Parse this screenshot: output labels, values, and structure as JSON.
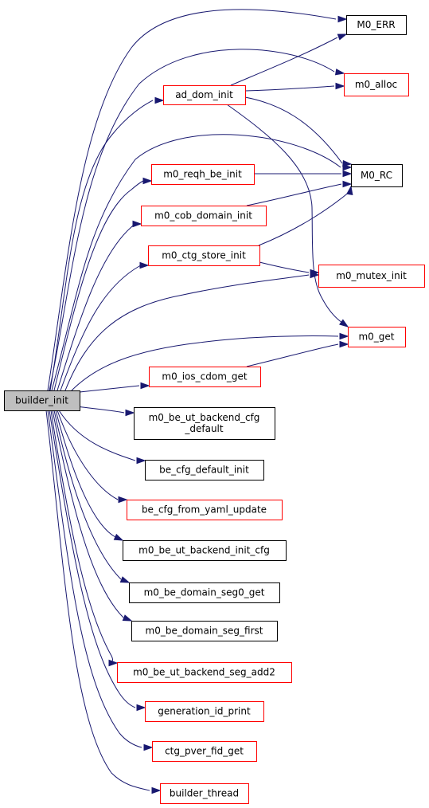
{
  "graph": {
    "root": "builder_init",
    "nodes": [
      {
        "id": "builder_init",
        "label": "builder_init",
        "style": "root"
      },
      {
        "id": "M0_ERR",
        "label": "M0_ERR",
        "style": "black"
      },
      {
        "id": "ad_dom_init",
        "label": "ad_dom_init",
        "style": "red"
      },
      {
        "id": "m0_alloc",
        "label": "m0_alloc",
        "style": "red"
      },
      {
        "id": "M0_RC",
        "label": "M0_RC",
        "style": "black"
      },
      {
        "id": "m0_reqh_be_init",
        "label": "m0_reqh_be_init",
        "style": "red"
      },
      {
        "id": "m0_cob_domain_init",
        "label": "m0_cob_domain_init",
        "style": "red"
      },
      {
        "id": "m0_ctg_store_init",
        "label": "m0_ctg_store_init",
        "style": "red"
      },
      {
        "id": "m0_mutex_init",
        "label": "m0_mutex_init",
        "style": "red"
      },
      {
        "id": "m0_get",
        "label": "m0_get",
        "style": "red"
      },
      {
        "id": "m0_ios_cdom_get",
        "label": "m0_ios_cdom_get",
        "style": "red"
      },
      {
        "id": "m0_be_ut_backend_cfg_default",
        "label": [
          "m0_be_ut_backend_cfg",
          "_default"
        ],
        "style": "black"
      },
      {
        "id": "be_cfg_default_init",
        "label": "be_cfg_default_init",
        "style": "black"
      },
      {
        "id": "be_cfg_from_yaml_update",
        "label": "be_cfg_from_yaml_update",
        "style": "red"
      },
      {
        "id": "m0_be_ut_backend_init_cfg",
        "label": "m0_be_ut_backend_init_cfg",
        "style": "black"
      },
      {
        "id": "m0_be_domain_seg0_get",
        "label": "m0_be_domain_seg0_get",
        "style": "black"
      },
      {
        "id": "m0_be_domain_seg_first",
        "label": "m0_be_domain_seg_first",
        "style": "black"
      },
      {
        "id": "m0_be_ut_backend_seg_add2",
        "label": "m0_be_ut_backend_seg_add2",
        "style": "red"
      },
      {
        "id": "generation_id_print",
        "label": "generation_id_print",
        "style": "red"
      },
      {
        "id": "ctg_pver_fid_get",
        "label": "ctg_pver_fid_get",
        "style": "red"
      },
      {
        "id": "builder_thread",
        "label": "builder_thread",
        "style": "red"
      }
    ],
    "edges": [
      {
        "from": "builder_init",
        "to": "M0_ERR"
      },
      {
        "from": "builder_init",
        "to": "m0_alloc"
      },
      {
        "from": "builder_init",
        "to": "ad_dom_init"
      },
      {
        "from": "builder_init",
        "to": "M0_RC"
      },
      {
        "from": "builder_init",
        "to": "m0_reqh_be_init"
      },
      {
        "from": "builder_init",
        "to": "m0_cob_domain_init"
      },
      {
        "from": "builder_init",
        "to": "m0_ctg_store_init"
      },
      {
        "from": "builder_init",
        "to": "m0_mutex_init"
      },
      {
        "from": "builder_init",
        "to": "m0_get"
      },
      {
        "from": "builder_init",
        "to": "m0_ios_cdom_get"
      },
      {
        "from": "builder_init",
        "to": "m0_be_ut_backend_cfg_default"
      },
      {
        "from": "builder_init",
        "to": "be_cfg_default_init"
      },
      {
        "from": "builder_init",
        "to": "be_cfg_from_yaml_update"
      },
      {
        "from": "builder_init",
        "to": "m0_be_ut_backend_init_cfg"
      },
      {
        "from": "builder_init",
        "to": "m0_be_domain_seg0_get"
      },
      {
        "from": "builder_init",
        "to": "m0_be_domain_seg_first"
      },
      {
        "from": "builder_init",
        "to": "m0_be_ut_backend_seg_add2"
      },
      {
        "from": "builder_init",
        "to": "generation_id_print"
      },
      {
        "from": "builder_init",
        "to": "ctg_pver_fid_get"
      },
      {
        "from": "builder_init",
        "to": "builder_thread"
      },
      {
        "from": "ad_dom_init",
        "to": "M0_ERR"
      },
      {
        "from": "ad_dom_init",
        "to": "m0_alloc"
      },
      {
        "from": "ad_dom_init",
        "to": "M0_RC"
      },
      {
        "from": "ad_dom_init",
        "to": "m0_get"
      },
      {
        "from": "m0_reqh_be_init",
        "to": "M0_RC"
      },
      {
        "from": "m0_cob_domain_init",
        "to": "M0_RC"
      },
      {
        "from": "m0_ctg_store_init",
        "to": "M0_RC"
      },
      {
        "from": "m0_ctg_store_init",
        "to": "m0_mutex_init"
      },
      {
        "from": "m0_ios_cdom_get",
        "to": "m0_get"
      }
    ]
  }
}
